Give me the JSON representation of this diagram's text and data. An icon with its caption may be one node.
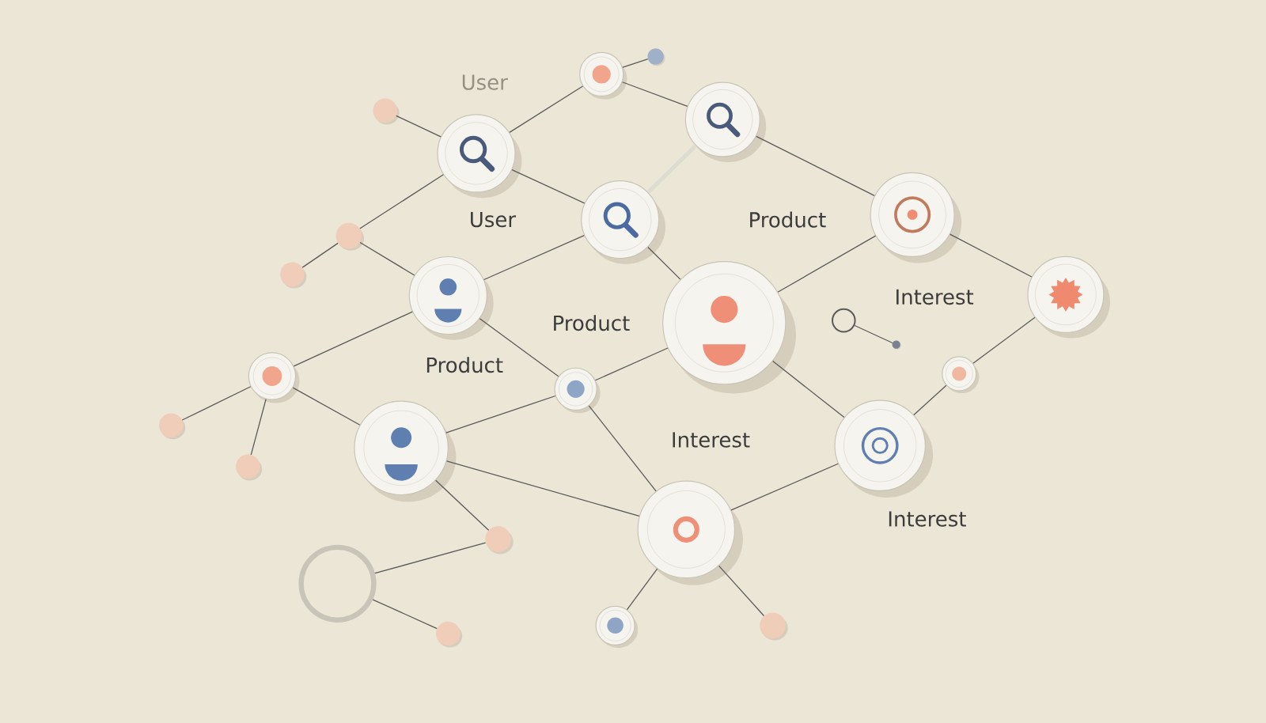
{
  "diagram": {
    "nodes": [
      {
        "text": [],
        "shape": "circle"
      },
      {
        "text": [],
        "shape": "circle"
      },
      {
        "text": [],
        "shape": "circle"
      },
      {
        "text": [],
        "shape": "circle"
      },
      {
        "text": [],
        "shape": "circle"
      },
      {
        "text": [],
        "shape": "circle"
      },
      {
        "text": [],
        "shape": "circle"
      },
      {
        "text": [],
        "shape": "circle"
      },
      {
        "text": [],
        "shape": "circle"
      },
      {
        "text": [],
        "shape": "circle"
      },
      {
        "text": [],
        "shape": "circle"
      },
      {
        "text": [],
        "shape": "circle"
      },
      {
        "text": [],
        "shape": "circle"
      },
      {
        "text": [],
        "shape": "circle"
      },
      {
        "text": [],
        "shape": "circle"
      },
      {
        "text": [],
        "shape": "circle"
      },
      {
        "text": [],
        "shape": "circle"
      },
      {
        "text": [],
        "shape": "circle"
      },
      {
        "text": [],
        "shape": "circle"
      },
      {
        "text": [],
        "shape": "circle"
      },
      {
        "text": [],
        "shape": "circle"
      },
      {
        "text": [],
        "shape": "circle"
      },
      {
        "text": [],
        "shape": "circle"
      },
      {
        "text": [],
        "shape": "circle"
      },
      {
        "text": [],
        "shape": "circle"
      },
      {
        "text": [],
        "shape": "circle"
      },
      {
        "text": [],
        "shape": "circle"
      }
    ],
    "edges": [
      {
        "from": 4,
        "to": 0,
        "arrow": "none"
      },
      {
        "from": 0,
        "to": 1,
        "arrow": "none"
      },
      {
        "from": 1,
        "to": 2,
        "arrow": "none"
      },
      {
        "from": 1,
        "to": 3,
        "arrow": "none"
      },
      {
        "from": 3,
        "to": 5,
        "arrow": "none",
        "style": "thick",
        "color": "#dedcd0"
      },
      {
        "from": 3,
        "to": 6,
        "arrow": "none"
      },
      {
        "from": 0,
        "to": 5,
        "arrow": "none"
      },
      {
        "from": 0,
        "to": 10,
        "arrow": "none"
      },
      {
        "from": 10,
        "to": 11,
        "arrow": "none"
      },
      {
        "from": 5,
        "to": 9,
        "arrow": "none"
      },
      {
        "from": 5,
        "to": 8,
        "arrow": "none"
      },
      {
        "from": 9,
        "to": 10,
        "arrow": "none"
      },
      {
        "from": 9,
        "to": 12,
        "arrow": "none"
      },
      {
        "from": 9,
        "to": 16,
        "arrow": "none"
      },
      {
        "from": 12,
        "to": 13,
        "arrow": "none"
      },
      {
        "from": 12,
        "to": 14,
        "arrow": "none"
      },
      {
        "from": 12,
        "to": 15,
        "arrow": "none"
      },
      {
        "from": 15,
        "to": 16,
        "arrow": "none"
      },
      {
        "from": 16,
        "to": 8,
        "arrow": "none"
      },
      {
        "from": 8,
        "to": 6,
        "arrow": "none"
      },
      {
        "from": 6,
        "to": 7,
        "arrow": "none"
      },
      {
        "from": 8,
        "to": 18,
        "arrow": "none"
      },
      {
        "from": 7,
        "to": 17,
        "arrow": "none"
      },
      {
        "from": 17,
        "to": 18,
        "arrow": "none"
      },
      {
        "from": 18,
        "to": 19,
        "arrow": "none"
      },
      {
        "from": 16,
        "to": 19,
        "arrow": "none"
      },
      {
        "from": 15,
        "to": 21,
        "arrow": "none"
      },
      {
        "from": 21,
        "to": 20,
        "arrow": "none"
      },
      {
        "from": 20,
        "to": 24,
        "arrow": "none"
      },
      {
        "from": 19,
        "to": 22,
        "arrow": "none"
      },
      {
        "from": 19,
        "to": 23,
        "arrow": "none"
      },
      {
        "from": 15,
        "to": 19,
        "arrow": "none"
      },
      {
        "from": 25,
        "to": 26,
        "arrow": "none"
      }
    ],
    "labels": [
      "User",
      "User",
      "Product",
      "Interest",
      "Product",
      "Product",
      "Interest",
      "Interest"
    ]
  }
}
